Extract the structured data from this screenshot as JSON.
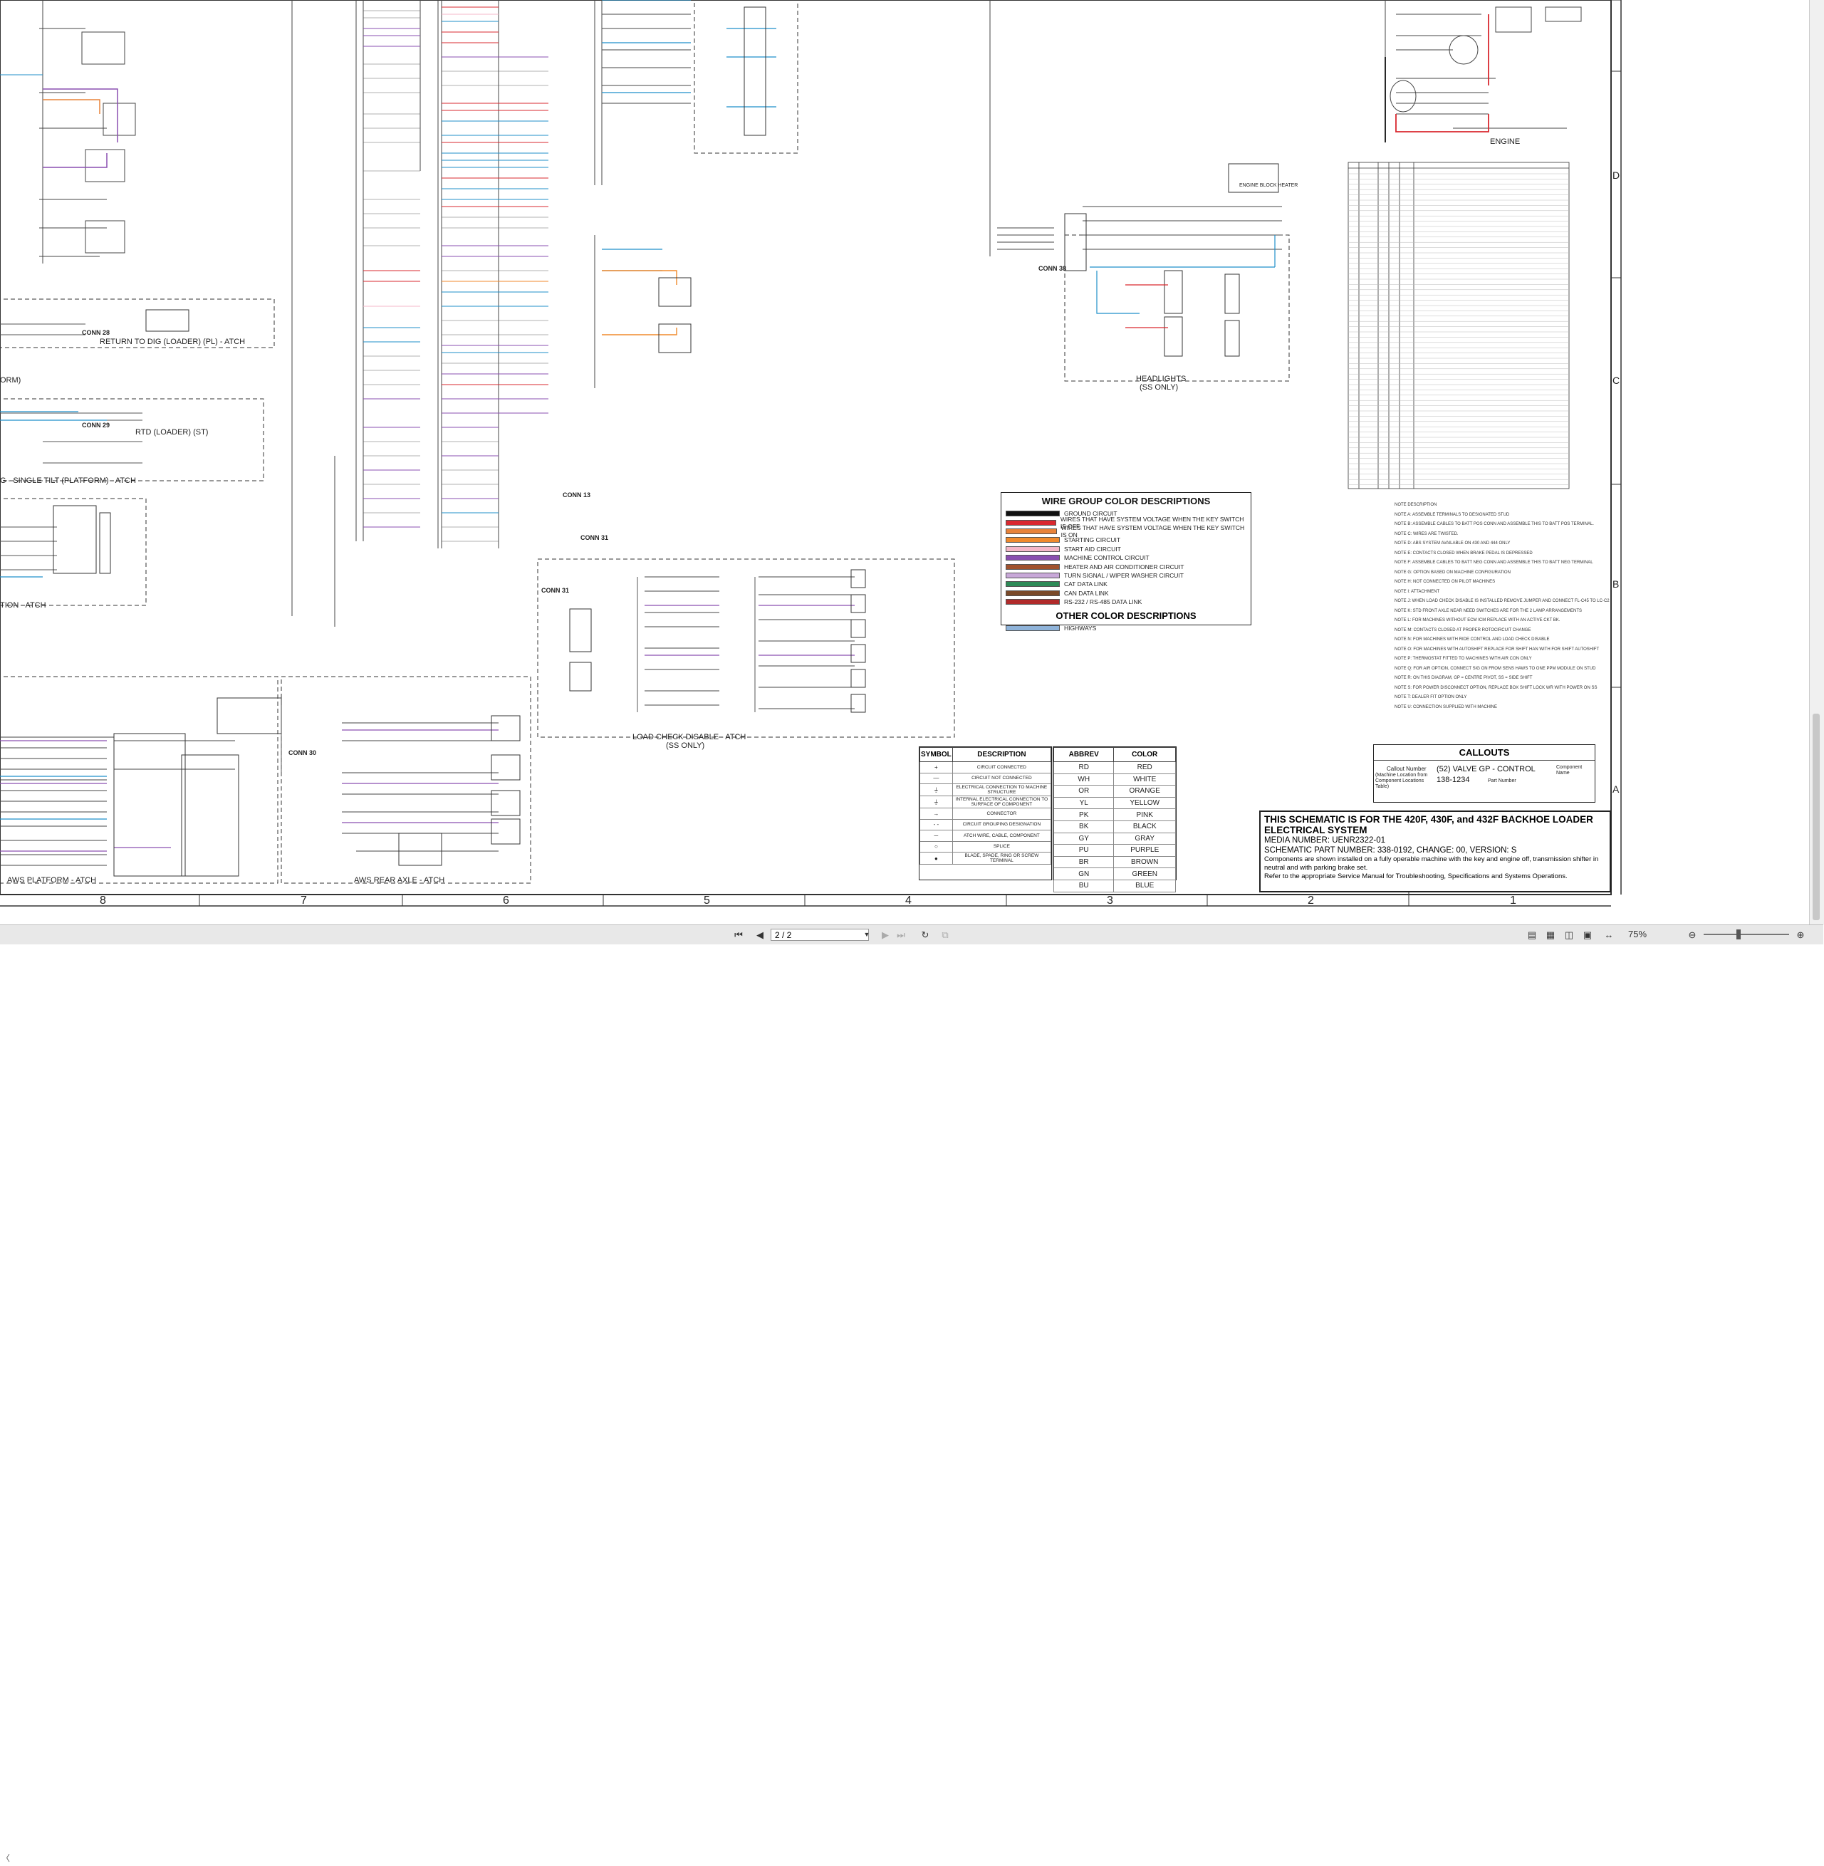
{
  "diagram": {
    "sections": {
      "return_to_dig_pl": "RETURN TO DIG (LOADER) (PL) - ATCH",
      "rtd_loader_st": "RTD (LOADER) (ST)",
      "single_tilt_platform": "G - SINGLE TILT (PLATFORM) - ATCH",
      "tion_atch": "TION - ATCH",
      "orm": "ORM)",
      "aws_platform": "AWS PLATFORM - ATCH",
      "aws_rear_axle": "AWS REAR AXLE - ATCH",
      "load_check_disable": "LOAD CHECK DISABLE - ATCH",
      "load_check_ss": "(SS ONLY)",
      "headlights": "HEADLIGHTS",
      "headlights_ss": "(SS ONLY)",
      "engine": "ENGINE",
      "engine_block_heater": "ENGINE BLOCK HEATER"
    },
    "connectors": [
      "CONN 28",
      "CONN 29",
      "CONN 30",
      "CONN 31",
      "CONN 31",
      "CONN 38",
      "CONN 13"
    ]
  },
  "wire_legend": {
    "title": "WIRE GROUP COLOR DESCRIPTIONS",
    "rows": [
      {
        "label": "GROUND CIRCUIT",
        "color": "#111111"
      },
      {
        "label": "WIRES THAT HAVE SYSTEM VOLTAGE WHEN THE KEY SWITCH IS OFF",
        "color": "#d9282f"
      },
      {
        "label": "WIRES THAT HAVE SYSTEM VOLTAGE WHEN THE KEY SWITCH IS ON",
        "color": "#e8833a"
      },
      {
        "label": "STARTING CIRCUIT",
        "color": "#f08a2c"
      },
      {
        "label": "START AID CIRCUIT",
        "color": "#f5b7c8"
      },
      {
        "label": "MACHINE CONTROL CIRCUIT",
        "color": "#8a4fb0"
      },
      {
        "label": "HEATER AND AIR CONDITIONER CIRCUIT",
        "color": "#a0522d"
      },
      {
        "label": "TURN SIGNAL / WIPER WASHER CIRCUIT",
        "color": "#c8a8d8"
      },
      {
        "label": "CAT DATA LINK",
        "color": "#2e8b57"
      },
      {
        "label": "CAN DATA LINK",
        "color": "#7a4a2a"
      },
      {
        "label": "RS-232 / RS-485 DATA LINK",
        "color": "#b02a2a"
      }
    ],
    "other_title": "OTHER COLOR DESCRIPTIONS",
    "other_rows": [
      {
        "label": "HIGHWAYS",
        "color": "#8fb3d9"
      }
    ]
  },
  "symbol_table": {
    "headers": [
      "SYMBOL",
      "DESCRIPTION"
    ],
    "rows": [
      {
        "symbol": "+",
        "description": "CIRCUIT CONNECTED"
      },
      {
        "symbol": "—",
        "description": "CIRCUIT NOT CONNECTED"
      },
      {
        "symbol": "⏚",
        "description": "ELECTRICAL CONNECTION TO MACHINE STRUCTURE"
      },
      {
        "symbol": "⏚",
        "description": "INTERNAL ELECTRICAL CONNECTION TO SURFACE OF COMPONENT"
      },
      {
        "symbol": "→",
        "description": "CONNECTOR"
      },
      {
        "symbol": "- -",
        "description": "CIRCUIT GROUPING DESIGNATION"
      },
      {
        "symbol": "─",
        "description": "ATCH WIRE, CABLE, COMPONENT"
      },
      {
        "symbol": "○",
        "description": "SPLICE"
      },
      {
        "symbol": "●",
        "description": "BLADE, SPADE, RING OR SCREW TERMINAL"
      }
    ]
  },
  "abbrev_table": {
    "headers": [
      "ABBREV",
      "COLOR"
    ],
    "rows": [
      {
        "abbrev": "RD",
        "color": "RED"
      },
      {
        "abbrev": "WH",
        "color": "WHITE"
      },
      {
        "abbrev": "OR",
        "color": "ORANGE"
      },
      {
        "abbrev": "YL",
        "color": "YELLOW"
      },
      {
        "abbrev": "PK",
        "color": "PINK"
      },
      {
        "abbrev": "BK",
        "color": "BLACK"
      },
      {
        "abbrev": "GY",
        "color": "GRAY"
      },
      {
        "abbrev": "PU",
        "color": "PURPLE"
      },
      {
        "abbrev": "BR",
        "color": "BROWN"
      },
      {
        "abbrev": "GN",
        "color": "GREEN"
      },
      {
        "abbrev": "BU",
        "color": "BLUE"
      }
    ]
  },
  "callouts": {
    "title": "CALLOUTS",
    "callout_number": "Callout Number",
    "callout_sub": "(Machine Location from Component Locations Table)",
    "example_line1": "(52) VALVE GP - CONTROL",
    "example_line2": "138-1234",
    "component_name": "Component Name",
    "part_number": "Part Number"
  },
  "title_block": {
    "line1": "THIS SCHEMATIC IS FOR THE 420F, 430F, and 432F BACKHOE LOADER",
    "line2": "ELECTRICAL SYSTEM",
    "media": "MEDIA NUMBER: UENR2322-01",
    "part": "SCHEMATIC PART NUMBER: 338-0192, CHANGE: 00, VERSION: S",
    "note1": "Components are shown installed on a fully operable machine with the key and engine off, transmission shifter in neutral and with parking brake set.",
    "note2": "Refer to the appropriate Service Manual for Troubleshooting, Specifications and Systems Operations."
  },
  "notes": {
    "header": "NOTE    DESCRIPTION",
    "items": [
      "NOTE A:  ASSEMBLE TERMINALS TO DESIGNATED STUD",
      "NOTE B:  ASSEMBLE CABLES TO BATT POS CONN AND ASSEMBLE THIS TO BATT POS TERMINAL.",
      "NOTE C:  WIRES ARE TWISTED.",
      "NOTE D:  ABS SYSTEM AVAILABLE ON 430 AND 444 ONLY",
      "NOTE E:  CONTACTS CLOSED WHEN BRAKE PEDAL IS DEPRESSED",
      "NOTE F:  ASSEMBLE CABLES TO BATT NEG CONN AND ASSEMBLE THIS TO BATT NEG TERMINAL",
      "NOTE G:  OPTION BASED ON MACHINE CONFIGURATION",
      "NOTE H:  NOT CONNECTED ON PILOT MACHINES",
      "NOTE I:  ATTACHMENT",
      "NOTE J:  WHEN LOAD CHECK DISABLE IS INSTALLED REMOVE JUMPER AND CONNECT FL-C45 TO LC-C2",
      "NOTE K:  STD FRONT AXLE NEAR NEED SWITCHES ARE FOR THE 2 LAMP ARRANGEMENTS",
      "NOTE L:  FOR MACHINES WITHOUT ECM ICM REPLACE WITH AN ACTIVE CKT BK.",
      "NOTE M:  CONTACTS CLOSED AT PROPER ROTOCIRCUIT CHANGE",
      "NOTE N:  FOR MACHINES WITH RIDE CONTROL AND LOAD CHECK DISABLE",
      "NOTE O:  FOR MACHINES WITH AUTOSHIFT REPLACE FOR SHIFT HAN WITH FOR SHIFT AUTOSHIFT",
      "NOTE P:  THERMOSTAT FITTED TO MACHINES WITH AIR CON ONLY",
      "NOTE Q:  FOR AIR OPTION, CONNECT SIG ON FROM SENS HAWS TO ONE PPM MODULE ON STUD",
      "NOTE R:  ON THIS DIAGRAM, GP = CENTRE PIVOT, SS = SIDE SHIFT",
      "NOTE S:  FOR POWER DISCONNECT OPTION, REPLACE BOX SHIFT LOCK WR WITH POWER ON SS",
      "NOTE T:  DEALER FIT OPTION ONLY",
      "NOTE U:  CONNECTION SUPPLIED WITH MACHINE"
    ]
  },
  "zones": {
    "columns": [
      "8",
      "7",
      "6",
      "5",
      "4",
      "3",
      "2",
      "1"
    ],
    "rows": [
      "D",
      "C",
      "B",
      "A"
    ]
  },
  "statusbar": {
    "page_value": "2 / 2",
    "zoom": "75%"
  }
}
